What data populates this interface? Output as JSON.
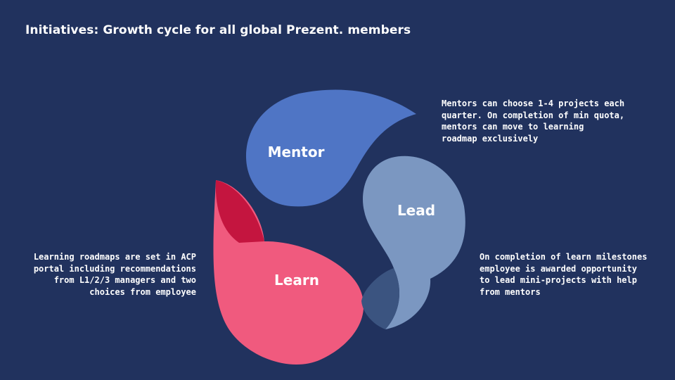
{
  "title": "Initiatives: Growth cycle for all global Prezent. members",
  "colors": {
    "background": "#21325e",
    "mentor": "#4f75c5",
    "lead": "#7b97c1",
    "lead_overlap": "#3b5480",
    "learn": "#f05a7e",
    "learn_overlap": "#c4153f"
  },
  "cycle": [
    {
      "label": "Mentor",
      "description": [
        "Mentors can choose 1-4 projects each",
        "quarter. On completion of min quota,",
        "mentors can move to learning",
        "roadmap exclusively"
      ]
    },
    {
      "label": "Lead",
      "description": [
        "On completion of learn milestones",
        "employee is awarded opportunity",
        "to lead mini-projects with help",
        "from mentors"
      ]
    },
    {
      "label": "Learn",
      "description": [
        "Learning roadmaps are set in ACP",
        "portal including recommendations",
        "from L1/2/3 managers and two",
        "choices from employee"
      ]
    }
  ]
}
